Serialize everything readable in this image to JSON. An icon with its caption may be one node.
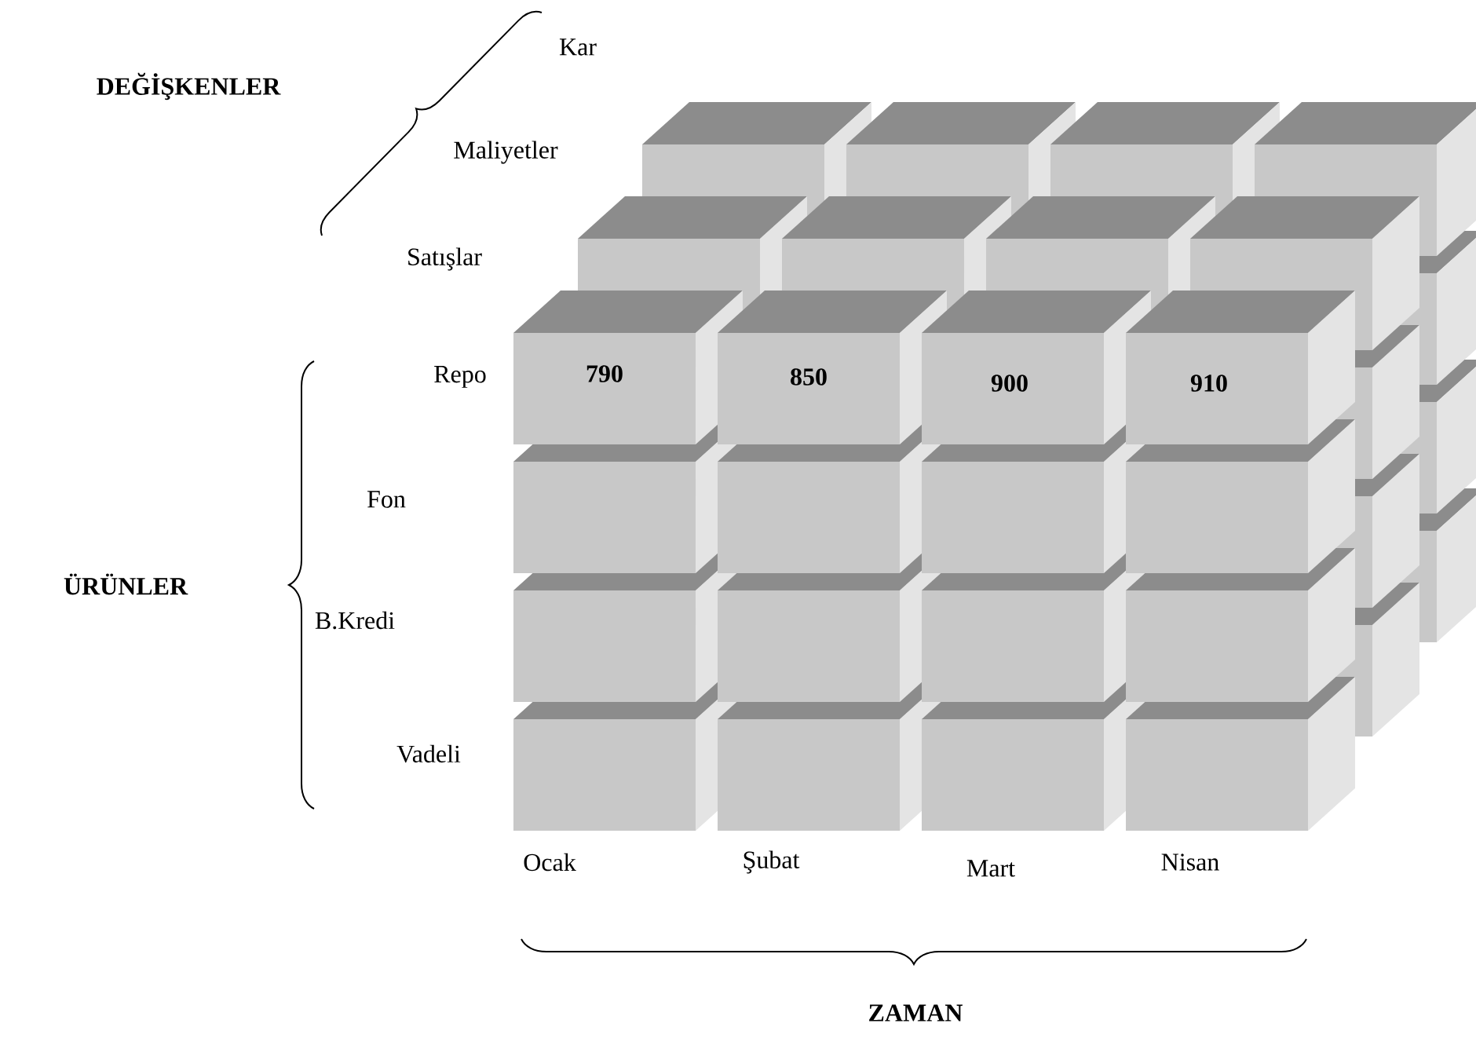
{
  "diagram": {
    "labels": [
      "Kar",
      "DEĞİŞKENLER",
      "Maliyetler",
      "Satışlar",
      "Repo",
      "790",
      "850",
      "900",
      "910",
      "Fon",
      "ÜRÜNLER",
      "B.Kredi",
      "Vadeli",
      "Ocak",
      "Şubat",
      "Mart",
      "Nisan",
      "ZAMAN"
    ]
  }
}
